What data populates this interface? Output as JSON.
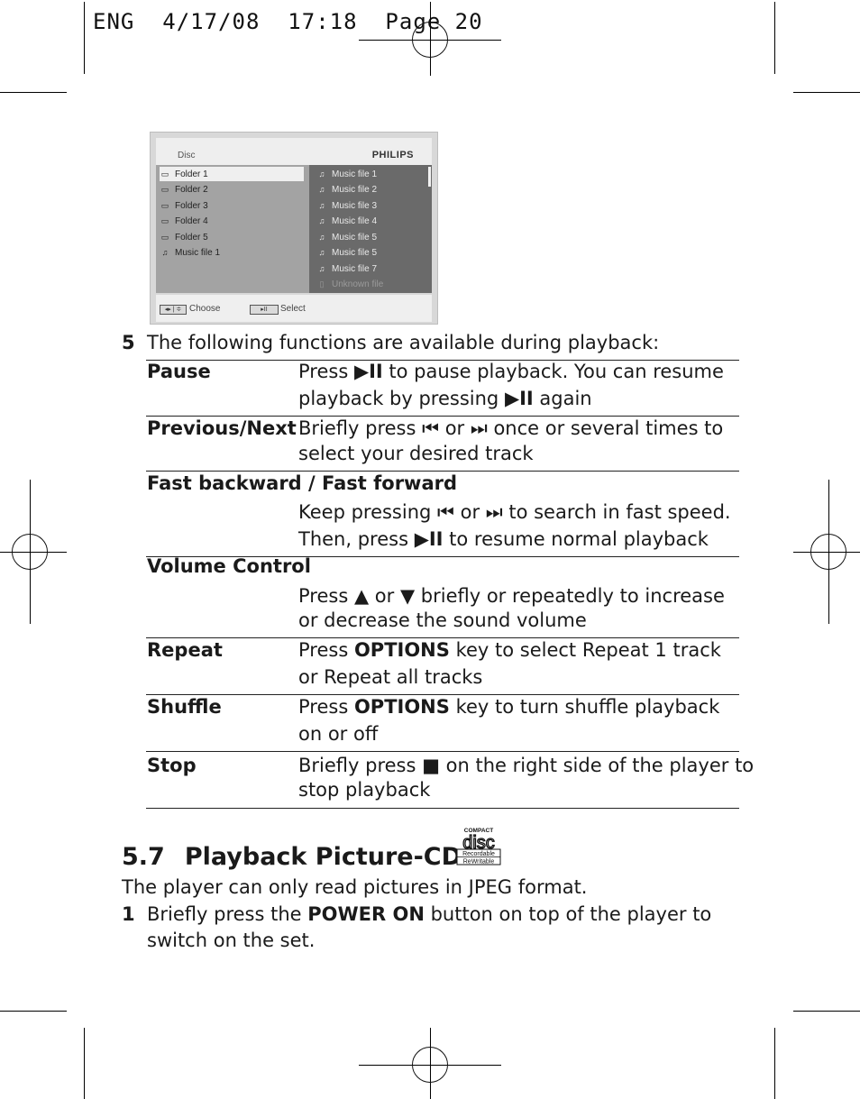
{
  "print_header": "ENG  4/17/08  17:18  Page 20",
  "screenshot": {
    "disc_label": "Disc",
    "brand": "PHILIPS",
    "left_items": [
      {
        "label": "Folder 1",
        "icon": "folder-icon",
        "selected": true
      },
      {
        "label": "Folder 2",
        "icon": "folder-icon"
      },
      {
        "label": "Folder 3",
        "icon": "folder-icon"
      },
      {
        "label": "Folder 4",
        "icon": "folder-icon"
      },
      {
        "label": "Folder 5",
        "icon": "folder-icon"
      },
      {
        "label": "Music file 1",
        "icon": "music-note-icon"
      }
    ],
    "right_items": [
      {
        "label": "Music file 1",
        "icon": "music-note-icon"
      },
      {
        "label": "Music file 2",
        "icon": "music-note-icon"
      },
      {
        "label": "Music file 3",
        "icon": "music-note-icon"
      },
      {
        "label": "Music file 4",
        "icon": "music-note-icon"
      },
      {
        "label": "Music file 5",
        "icon": "music-note-icon"
      },
      {
        "label": "Music file 5",
        "icon": "music-note-icon"
      },
      {
        "label": "Music file 7",
        "icon": "music-note-icon"
      },
      {
        "label": "Unknown file",
        "icon": "unknown-file-icon",
        "dim": true
      }
    ],
    "choose_key": "◂▸ | ≑",
    "choose_label": "Choose",
    "select_key": "▸II",
    "select_label": "Select"
  },
  "step5": {
    "number": "5",
    "text": "The following functions are available during playback:"
  },
  "functions": {
    "pause": {
      "term": "Pause",
      "l1a": "Press ",
      "l1b": " to pause playback. You can resume",
      "l2a": "playback by pressing ",
      "l2b": " again"
    },
    "prevnext": {
      "term": "Previous/Next",
      "l1a": "Briefly press ",
      "l1b": " or ",
      "l1c": " once or several times to",
      "l2": "select your desired track"
    },
    "fast": {
      "term": "Fast backward / Fast forward",
      "l1a": "Keep pressing ",
      "l1b": " or ",
      "l1c": " to search in fast speed.",
      "l2a": "Then, press ",
      "l2b": " to resume normal playback"
    },
    "volume": {
      "term": "Volume Control",
      "l1a": "Press ",
      "l1b": " or ",
      "l1c": " briefly or repeatedly to increase",
      "l2": "or decrease the sound volume"
    },
    "repeat": {
      "term": "Repeat",
      "l1a": "Press ",
      "l1key": "OPTIONS",
      "l1b": " key to select Repeat 1 track",
      "l2": "or Repeat all tracks"
    },
    "shuffle": {
      "term": "Shuffle",
      "l1a": "Press ",
      "l1key": "OPTIONS",
      "l1b": " key to turn shuffle playback",
      "l2": "on or off"
    },
    "stop": {
      "term": "Stop",
      "l1a": "Briefly press ",
      "l1b": " on the right side of the player to",
      "l2": "stop playback"
    }
  },
  "section": {
    "number": "5.7",
    "title": "Playback Picture-CD",
    "logo_top": "COMPACT",
    "logo_word": "disc",
    "logo_l1": "Recordable",
    "logo_l2": "ReWritable"
  },
  "intro": "The player can only read pictures in JPEG format.",
  "step1": {
    "number": "1",
    "l1a": "Briefly press the ",
    "l1key": "POWER ON",
    "l1b": " button on top of the player to",
    "l2": "switch on the set."
  }
}
